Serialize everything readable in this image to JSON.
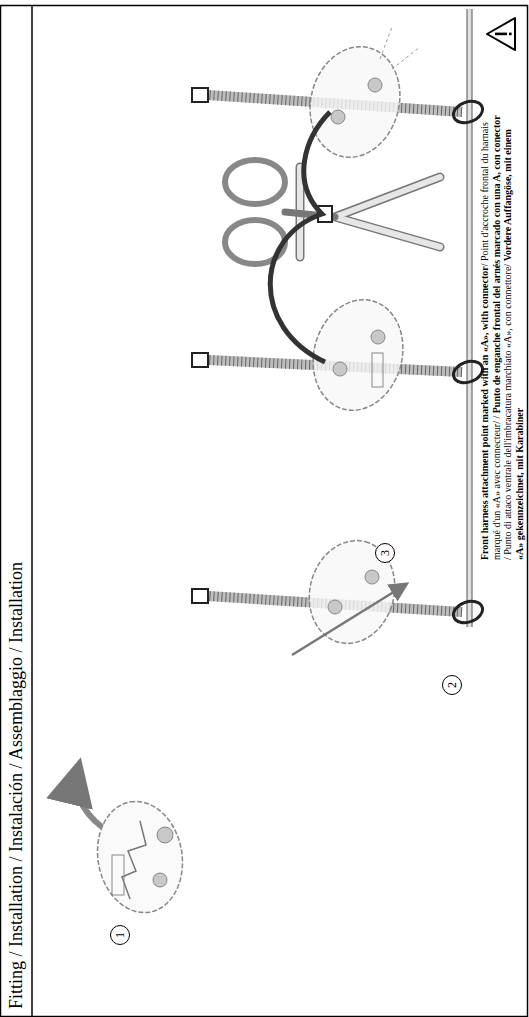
{
  "diagram": {
    "title": "Fitting / Installation / Instalación / Assemblaggio / Installation",
    "labels": [
      "1",
      "2",
      "3",
      "Front harness attachment point marked with an «A», with connector/",
      "Point d'accroche frontal du harnais marqué d'un «A» avec connecteur/",
      "/ Punto de enganche frontal del arnés marcado con una A, con conector",
      "/ Punto di attaco ventrale dell'imbracatura marchiato «A», con connettore/",
      "Vordere Auffangöse, mit einem «A» gekennzeichnet, mit Karabiner"
    ]
  }
}
